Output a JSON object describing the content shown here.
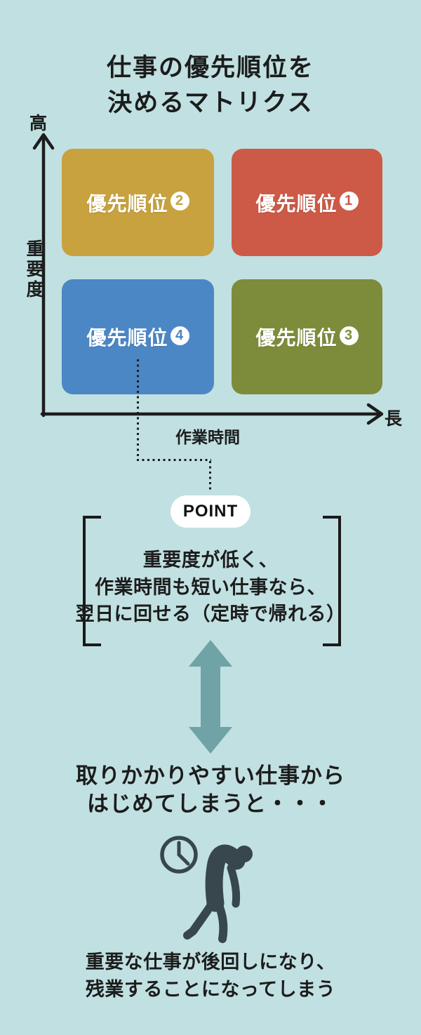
{
  "title": {
    "line1": "仕事の優先順位を",
    "line2": "決めるマトリクス"
  },
  "matrix": {
    "y_axis": {
      "top_label": "高",
      "axis_label": "重要度"
    },
    "x_axis": {
      "right_label": "長",
      "axis_label": "作業時間"
    },
    "quadrants": [
      {
        "position": "top-left",
        "label": "優先順位",
        "number": "2",
        "color": "#c8a23e"
      },
      {
        "position": "top-right",
        "label": "優先順位",
        "number": "1",
        "color": "#cd5a47"
      },
      {
        "position": "bottom-left",
        "label": "優先順位",
        "number": "4",
        "color": "#4c87c5"
      },
      {
        "position": "bottom-right",
        "label": "優先順位",
        "number": "3",
        "color": "#7d8c3a"
      }
    ]
  },
  "point": {
    "badge": "POINT",
    "lines": [
      "重要度が低く、",
      "作業時間も短い仕事なら、",
      "翌日に回せる（定時で帰れる）"
    ]
  },
  "consequence": {
    "heading_line1": "取りかかりやすい仕事から",
    "heading_line2": "はじめてしまうと・・・",
    "icons": [
      "clock-icon",
      "tired-worker-icon"
    ],
    "result_line1": "重要な仕事が後回しになり、",
    "result_line2": "残業することになってしまう"
  },
  "colors": {
    "background": "#c1e0e1",
    "quadrant_gold": "#c8a23e",
    "quadrant_red": "#cd5a47",
    "quadrant_blue": "#4c87c5",
    "quadrant_olive": "#7d8c3a",
    "arrow_teal": "#6fa3a6",
    "icon_dark": "#37474d",
    "text": "#1d1d1d",
    "point_badge_bg": "#ffffff"
  }
}
